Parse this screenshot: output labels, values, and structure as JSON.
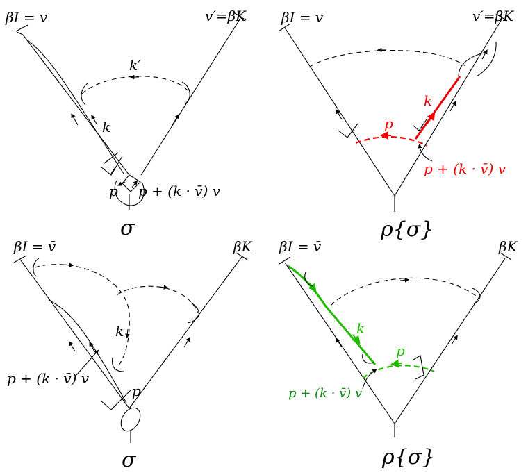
{
  "colors": {
    "ink": "#000000",
    "red": "#ee0000",
    "green": "#22bb00",
    "dark_green": "#118811"
  },
  "panels": {
    "top_left": {
      "beta_i": "βI = v",
      "beta_k": "v′=βK",
      "k_prime": "k′",
      "k": "k",
      "p": "p",
      "p_shift": "p + (k · v̄) v",
      "vertex": "σ"
    },
    "top_right": {
      "beta_i": "βI = v",
      "beta_k": "v′=βK",
      "k": "k",
      "p": "p",
      "p_shift": "p + (k · v̄) v",
      "vertex": "ρ{σ}"
    },
    "bottom_left": {
      "beta_i": "βI = v̄",
      "beta_k": "βK",
      "k": "k",
      "p": "p",
      "p_shift": "p + (k · v̄) v",
      "vertex": "σ"
    },
    "bottom_right": {
      "beta_i": "βI = v̄",
      "beta_k": "βK",
      "k": "k",
      "p": "p",
      "p_shift": "p + (k · v̄) v",
      "vertex": "ρ{σ}"
    }
  }
}
